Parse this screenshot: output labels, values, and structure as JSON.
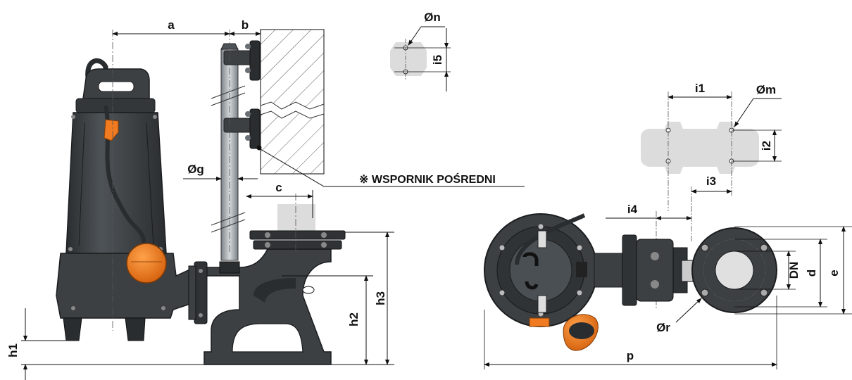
{
  "labels": {
    "a": "a",
    "b": "b",
    "c": "c",
    "d": "d",
    "e": "e",
    "p": "p",
    "dn": "DN",
    "g": "Øg",
    "n": "Øn",
    "m": "Øm",
    "r": "Ør",
    "h1": "h1",
    "h2": "h2",
    "h3": "h3",
    "i1": "i1",
    "i2": "i2",
    "i3": "i3",
    "i4": "i4",
    "i5": "i5"
  },
  "note": "※ WSPORNIK POŚREDNI",
  "colors": {
    "pump_body": "#3c4043",
    "pump_dark": "#2a2d30",
    "pump_light": "#5a5f63",
    "float": "#f07b20",
    "rail": "#9aa0a5",
    "template": "#dcdcdc",
    "dimension": "#111111"
  }
}
